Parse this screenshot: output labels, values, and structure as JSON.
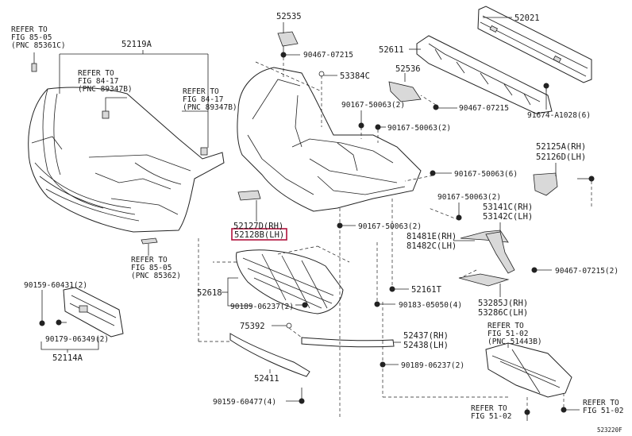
{
  "highlight_color": "#b0123c",
  "labels": {
    "refer_85_05_a": [
      "REFER TO",
      "FIG 85-05",
      "(PNC 85361C)"
    ],
    "p52119A": "52119A",
    "refer_84_17_a": [
      "REFER TO",
      "FIG 84-17",
      "(PNC 89347B)"
    ],
    "refer_84_17_b": [
      "REFER TO",
      "FIG 84-17",
      "(PNC 89347B)"
    ],
    "refer_85_05_b": [
      "REFER TO",
      "FIG 85-05",
      "(PNC 85362)"
    ],
    "p52535": "52535",
    "p90467_07215_a": "90467-07215",
    "p53384C": "53384C",
    "p52021": "52021",
    "p52611": "52611",
    "p52536": "52536",
    "p90167_50063_2a": "90167-50063(2)",
    "p90167_50063_2b": "90167-50063(2)",
    "p90467_07215_b": "90467-07215",
    "p91674_A1028": "91674-A1028(6)",
    "p52125A": "52125A(RH)",
    "p52126D": "52126D(LH)",
    "p90167_50063_6": "90167-50063(6)",
    "p90167_50063_2c": "90167-50063(2)",
    "p53141C": "53141C(RH)",
    "p53142C": "53142C(LH)",
    "p52127D": "52127D(RH)",
    "p52128B": "52128B(LH)",
    "p90167_50063_2d": "90167-50063(2)",
    "p81481E": "81481E(RH)",
    "p81482C": "81482C(LH)",
    "p52618": "52618",
    "p52161T": "52161T",
    "p90467_07215_2": "90467-07215(2)",
    "p90189_06237_2a": "90189-06237(2)",
    "p90183_05050": "90183-05050(4)",
    "p53285J": "53285J(RH)",
    "p53286C": "53286C(LH)",
    "p90159_60431": "90159-60431(2)",
    "p90179_06349": "90179-06349(2)",
    "p52114A": "52114A",
    "p75392": "75392",
    "p52437": "52437(RH)",
    "p52438": "52438(LH)",
    "refer_51_02_a": [
      "REFER TO",
      "FIG 51-02",
      "(PNC 51443B)"
    ],
    "p52411": "52411",
    "p90189_06237_2b": "90189-06237(2)",
    "p90159_60477": "90159-60477(4)",
    "refer_51_02_b": [
      "REFER TO",
      "FIG 51-02"
    ],
    "refer_51_02_c": [
      "REFER TO",
      "FIG 51-02"
    ],
    "diagram_id": "523220F"
  }
}
